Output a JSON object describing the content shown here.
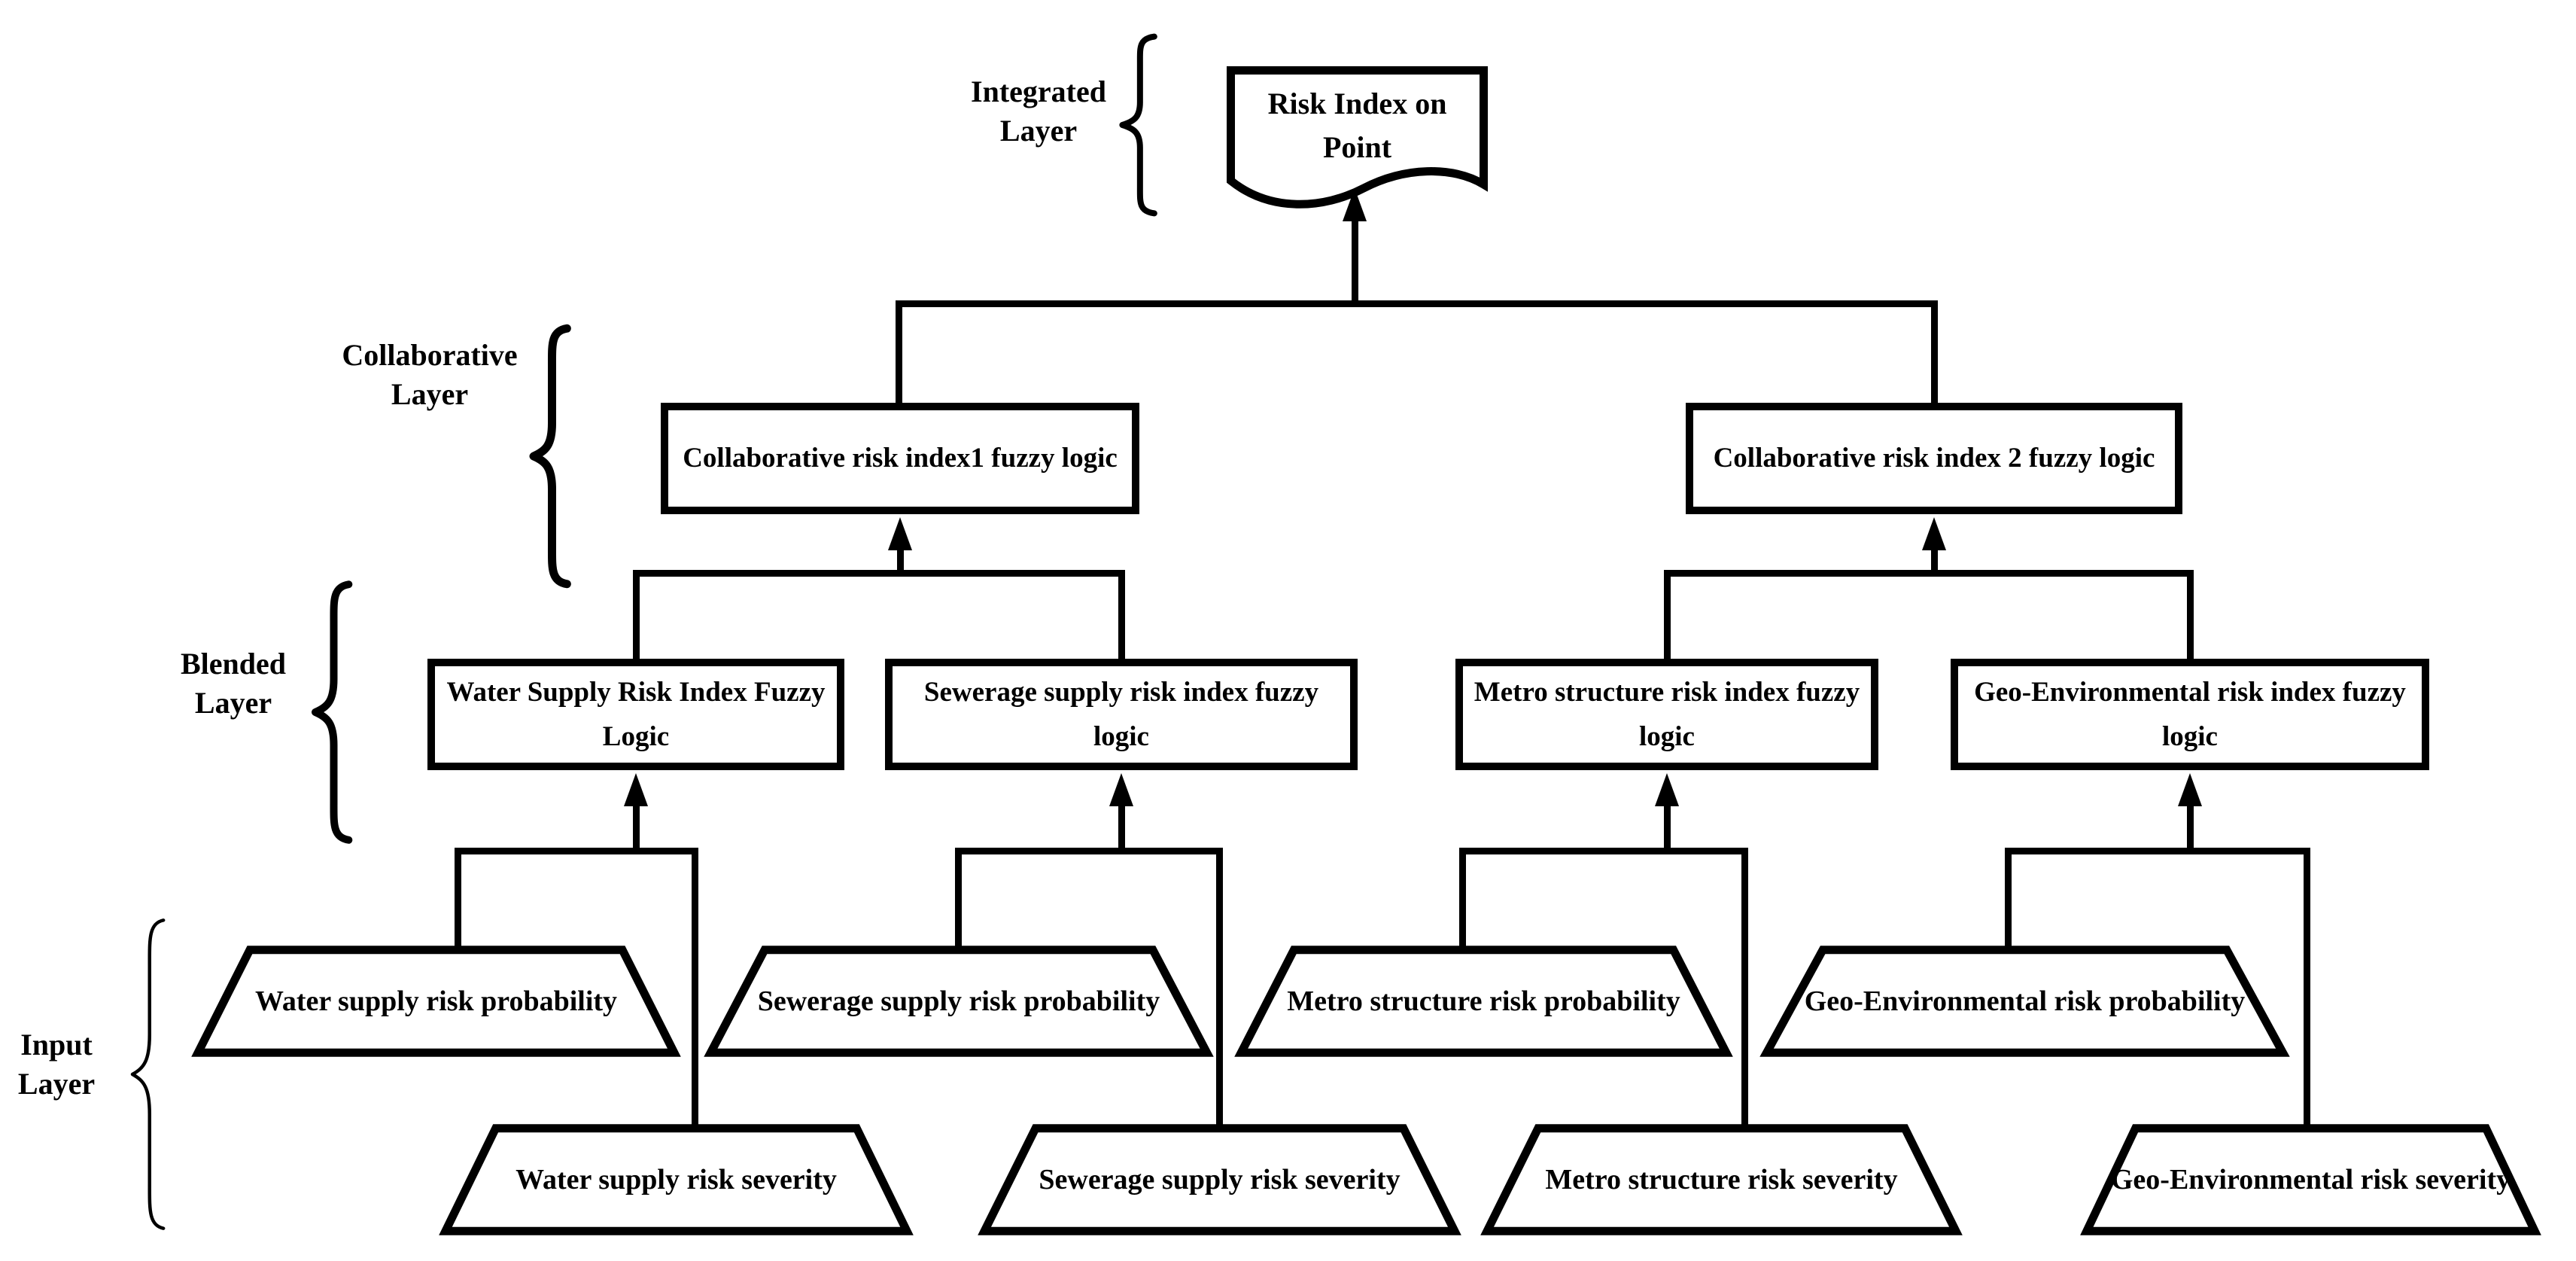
{
  "colors": {
    "ink": "#000000",
    "background": "#ffffff"
  },
  "layer_labels": {
    "integrated": {
      "line1": "Integrated",
      "line2": "Layer"
    },
    "collaborative": {
      "line1": "Collaborative",
      "line2": "Layer"
    },
    "blended": {
      "line1": "Blended",
      "line2": "Layer"
    },
    "input": {
      "line1": "Input",
      "line2": "Layer"
    }
  },
  "integrated_layer": {
    "document_label": "Risk Index on Point"
  },
  "collaborative_layer": {
    "boxes": [
      {
        "label": "Collaborative risk index1 fuzzy logic"
      },
      {
        "label": "Collaborative risk index 2 fuzzy logic"
      }
    ]
  },
  "blended_layer": {
    "boxes": [
      {
        "label": "Water Supply Risk Index Fuzzy Logic"
      },
      {
        "label": "Sewerage supply risk index fuzzy logic"
      },
      {
        "label": "Metro structure risk index fuzzy logic"
      },
      {
        "label": "Geo-Environmental risk index fuzzy logic"
      }
    ]
  },
  "input_layer": {
    "probability_nodes": [
      {
        "label": "Water supply risk probability"
      },
      {
        "label": "Sewerage supply risk probability"
      },
      {
        "label": "Metro structure risk probability"
      },
      {
        "label": "Geo-Environmental risk probability"
      }
    ],
    "severity_nodes": [
      {
        "label": "Water supply risk severity"
      },
      {
        "label": "Sewerage supply risk severity"
      },
      {
        "label": "Metro structure risk severity"
      },
      {
        "label": "Geo-Environmental risk severity"
      }
    ]
  }
}
